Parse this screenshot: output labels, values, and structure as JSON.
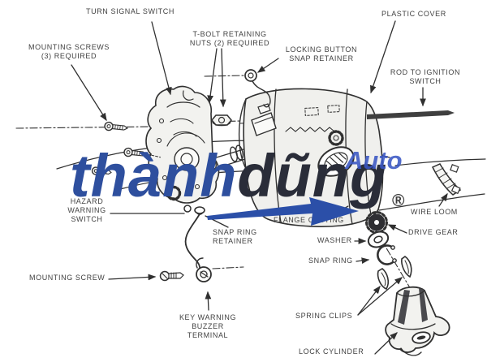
{
  "diagram_type": "steering-column-exploded-parts-diagram",
  "background": "#ffffff",
  "line_color": "#303030",
  "labels": {
    "turn_signal_switch": "TURN SIGNAL SWITCH",
    "mounting_screws": "MOUNTING SCREWS\n(3) REQUIRED",
    "t_bolt_nuts": "T-BOLT RETAINING\nNUTS (2) REQUIRED",
    "locking_button": "LOCKING BUTTON\nSNAP RETAINER",
    "plastic_cover": "PLASTIC COVER",
    "rod_to_ignition": "ROD TO IGNITION\nSWITCH",
    "hazard_warning_switch": "HAZARD\nWARNING\nSWITCH",
    "snap_ring_retainer": "SNAP RING\nRETAINER",
    "flange_casting": "FLANGE CASTING",
    "washer": "WASHER",
    "snap_ring": "SNAP RING",
    "wire_loom": "WIRE LOOM",
    "drive_gear": "DRIVE GEAR",
    "spring_clips": "SPRING CLIPS",
    "lock_cylinder": "LOCK CYLINDER",
    "mounting_screw": "MOUNTING SCREW",
    "key_warning_buzzer": "KEY WARNING\nBUZZER\nTERMINAL"
  },
  "watermark": {
    "part1": "thành",
    "part2": "dũng",
    "sub": "Auto",
    "registered": "®",
    "color_part1": "#2e4f9e",
    "color_part2": "#2a2d39",
    "color_sub": "#3a57c4",
    "color_arrow": "#2b4fa8"
  }
}
